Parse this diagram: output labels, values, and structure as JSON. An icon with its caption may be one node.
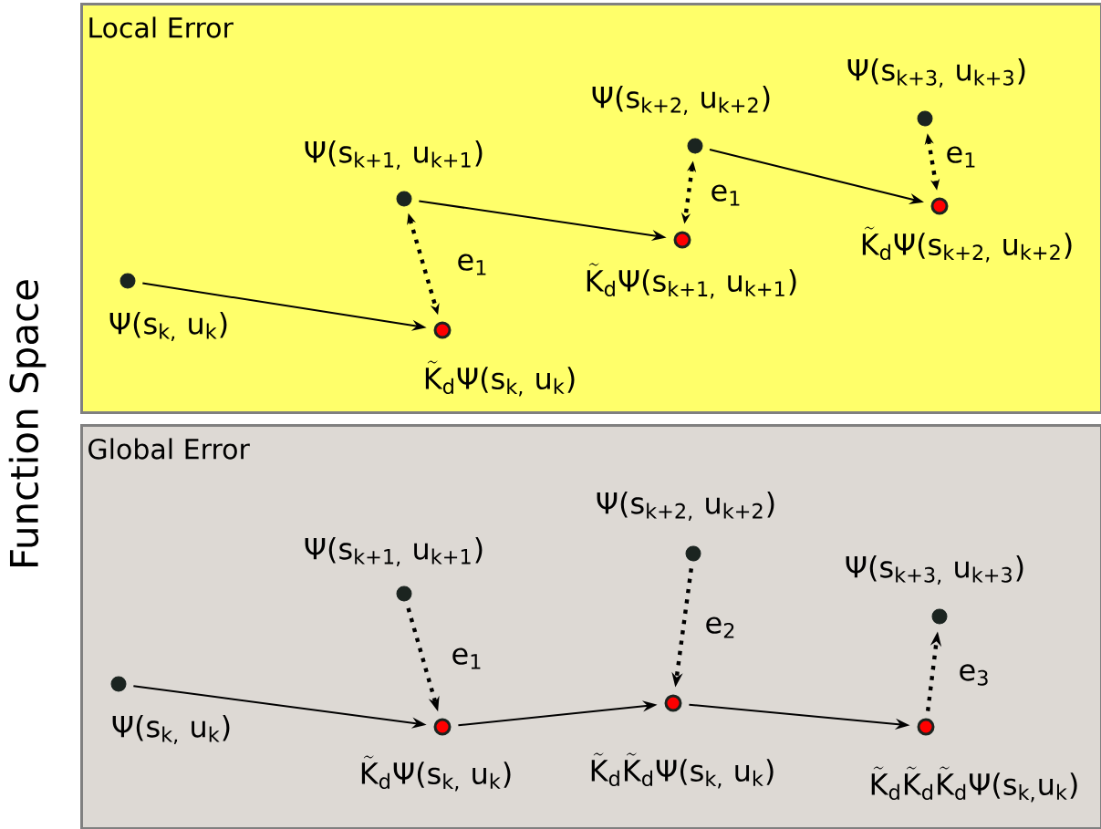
{
  "diagram": {
    "nodes": [
      {
        "text": [
          "Local Error"
        ]
      },
      {
        "text": [],
        "shape": "circle",
        "in": 0,
        "beside": [
          "Ψ(s$_{k,}$ u$_{k}$)"
        ]
      },
      {
        "text": [],
        "shape": "circle",
        "in": 0,
        "beside": [
          "Ψ(s$_{k+1,}$ u$_{k+1}$)"
        ]
      },
      {
        "text": [],
        "shape": "circle",
        "in": 0,
        "beside": [
          "\\tilde{\\text{K}}_{\\text{d}}\\text{Ψ(s}_{\\text{k,}}\\text{ u}_{\\text{k}}\\text{)}"
        ]
      },
      {
        "text": [],
        "shape": "circle",
        "in": 0,
        "beside": [
          "Ψ(s$_{k+2,}$ u$_{k+2}$)"
        ]
      },
      {
        "text": [],
        "shape": "circle",
        "in": 0,
        "beside": [
          "\\tilde{\\text{K}}_{\\text{d}}\\text{Ψ(s}_{\\text{k+1,}}\\text{ u}_{\\text{k+1}}\\text{)}"
        ]
      },
      {
        "text": [],
        "shape": "circle",
        "in": 0,
        "beside": [
          "Ψ(s$_{k+3,}$ u$_{k+3}$)"
        ]
      },
      {
        "text": [],
        "shape": "circle",
        "in": 0,
        "beside": [
          "\\tilde{\\text{K}}_{\\text{d}}\\text{Ψ(s}_{\\text{k+2,}}\\text{ u}_{\\text{k+2}}\\text{)}"
        ]
      },
      {
        "text": [
          "Global Error"
        ]
      },
      {
        "text": [],
        "shape": "circle",
        "in": 8,
        "beside": [
          "Ψ(s$_{k,}$ u$_{k}$)"
        ]
      },
      {
        "text": [],
        "shape": "circle",
        "in": 8,
        "beside": [
          "Ψ(s$_{k+1,}$ u$_{k+1}$)"
        ]
      },
      {
        "text": [],
        "shape": "circle",
        "in": 8,
        "beside": [
          "\\tilde{\\text{K}}_{\\text{d}}\\text{Ψ(s}_{\\text{k,}}\\text{ u}_{\\text{k}}\\text{)}"
        ]
      },
      {
        "text": [],
        "shape": "circle",
        "in": 8,
        "beside": [
          "Ψ(s$_{k+2,}$ u$_{k+2}$)"
        ]
      },
      {
        "text": [],
        "shape": "circle",
        "in": 8,
        "beside": [
          "\\tilde{\\text{K}}_{\\text{d}}\\tilde{\\text{K}}_{\\text{d}}\\text{Ψ(s}_{\\text{k,}}\\text{ u}_{\\text{k}}\\text{)}"
        ]
      },
      {
        "text": [],
        "shape": "circle",
        "in": 8,
        "beside": [
          "Ψ(s$_{k+3,}$ u$_{k+3}$)"
        ]
      },
      {
        "text": [],
        "shape": "circle",
        "in": 8,
        "beside": [
          "\\tilde{\\text{K}}_{\\text{d}}\\tilde{\\text{K}}_{\\text{d}}\\tilde{\\text{K}}_{\\text{d}}\\text{Ψ(s}_{\\text{k,}}\\text{u}_{\\text{k}}\\text{)}"
        ]
      }
    ],
    "edges": [
      {
        "from": 1,
        "to": 3,
        "arrow": "to"
      },
      {
        "from": 2,
        "to": 5,
        "arrow": "to"
      },
      {
        "from": 4,
        "to": 7,
        "arrow": "to"
      },
      {
        "from": 2,
        "to": 3,
        "arrow": "both",
        "style": "dashed",
        "label": "e$_{1}$"
      },
      {
        "from": 4,
        "to": 5,
        "arrow": "both",
        "style": "dashed",
        "label": "e$_{1}$"
      },
      {
        "from": 6,
        "to": 7,
        "arrow": "both",
        "style": "dashed",
        "label": "e$_{1}$"
      },
      {
        "from": 9,
        "to": 11,
        "arrow": "to"
      },
      {
        "from": 11,
        "to": 13,
        "arrow": "to"
      },
      {
        "from": 13,
        "to": 15,
        "arrow": "to"
      },
      {
        "from": 10,
        "to": 11,
        "arrow": "to",
        "style": "dashed",
        "label": "e$_{1}$"
      },
      {
        "from": 12,
        "to": 13,
        "arrow": "to",
        "style": "dashed",
        "label": "e$_{2}$"
      },
      {
        "from": 15,
        "to": 14,
        "arrow": "to",
        "style": "dashed",
        "label": "e$_{3}$"
      }
    ],
    "labels": [
      "Function Space"
    ]
  }
}
